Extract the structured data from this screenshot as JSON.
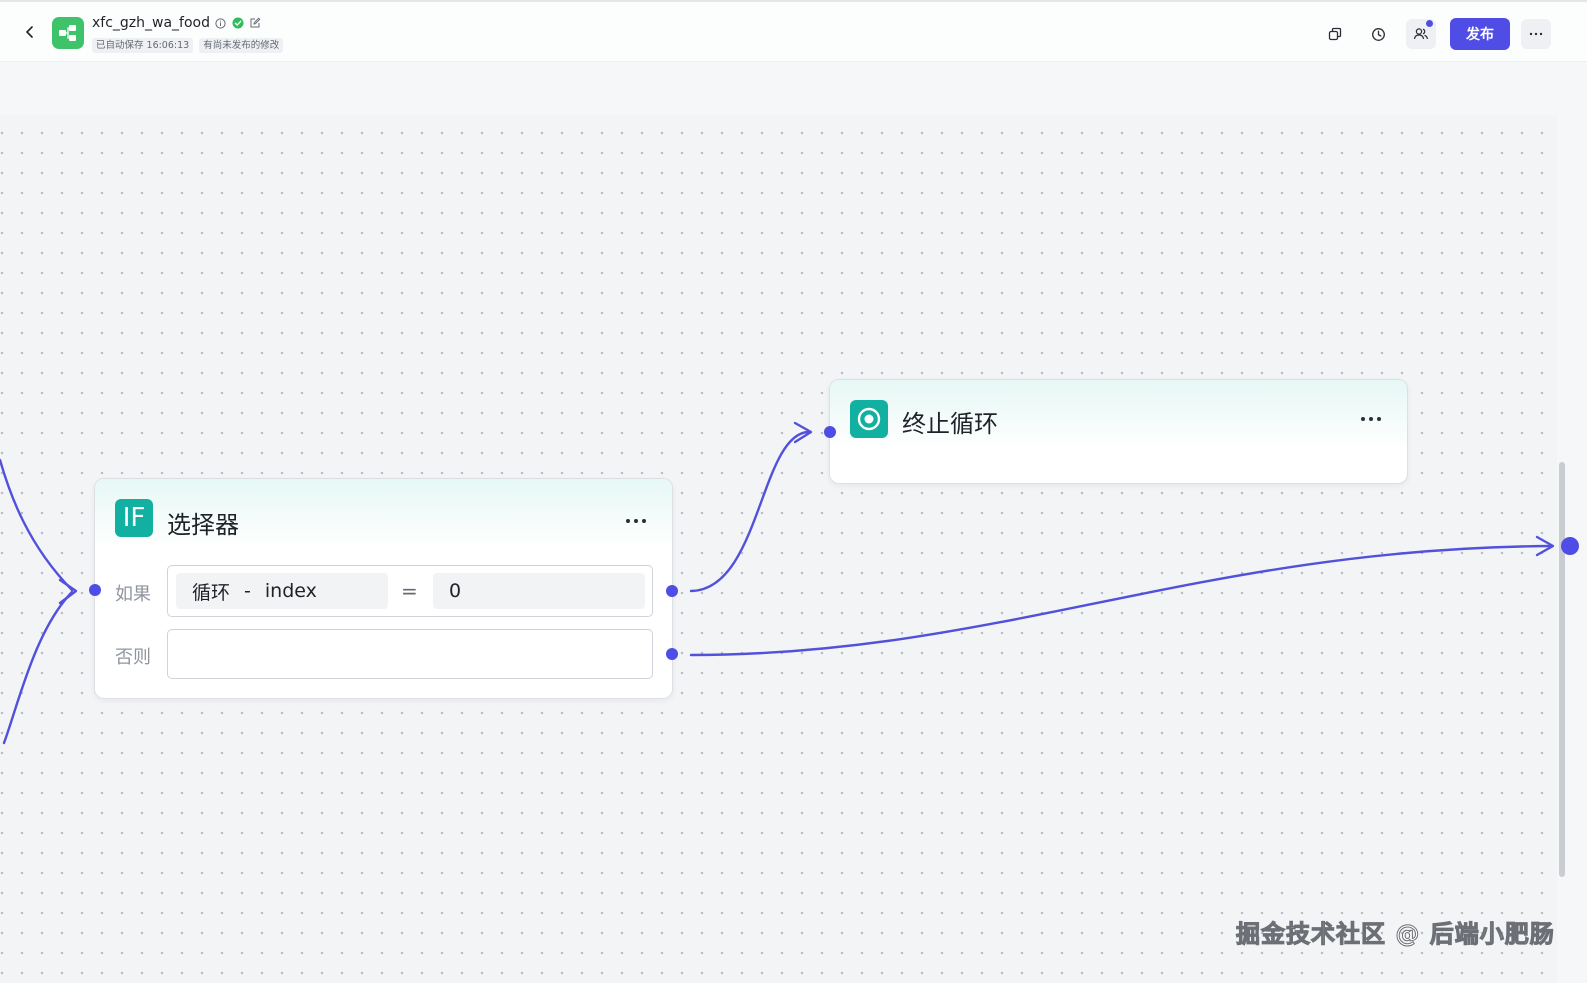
{
  "header": {
    "app_name": "xfc_gzh_wa_food",
    "autosave_status": "已自动保存 16:06:13",
    "unpublished_status": "有尚未发布的修改",
    "publish_label": "发布",
    "icons": [
      "back-icon",
      "workflow-app-icon",
      "info-icon",
      "verified-check-icon",
      "edit-icon",
      "copy-icon",
      "history-icon",
      "collaborators-icon",
      "more-icon"
    ],
    "accent_color": "#4f4de6"
  },
  "canvas": {
    "nodes": {
      "selector": {
        "icon_text": "IF",
        "title": "选择器",
        "if_label": "如果",
        "else_label": "否则",
        "condition": {
          "variable_scope": "循环",
          "variable_sep": "-",
          "variable_name": "index",
          "operator": "=",
          "value": "0"
        },
        "else_value": ""
      },
      "stop_loop": {
        "title": "终止循环",
        "icon": "stop-circle-icon"
      }
    },
    "node_icon_color": "#12b0a1",
    "edge_color": "#5151db"
  },
  "watermark": "掘金技术社区 @ 后端小肥肠"
}
